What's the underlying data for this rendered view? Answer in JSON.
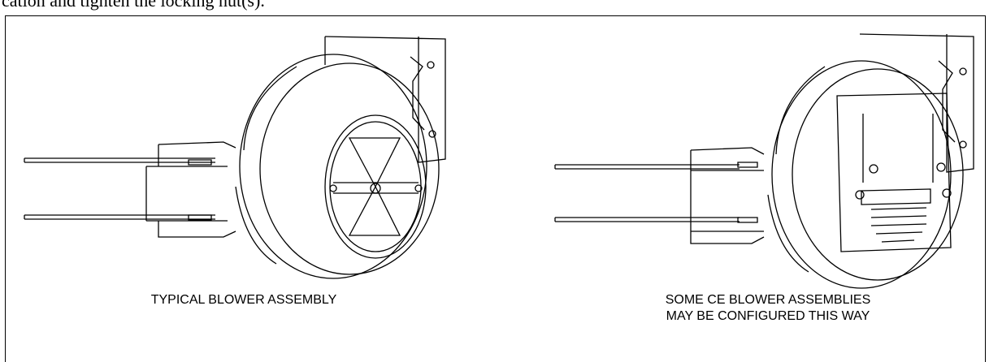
{
  "intro_text": "cation and tighten the locking nut(s).",
  "figures": [
    {
      "caption_lines": [
        "TYPICAL BLOWER ASSEMBLY"
      ]
    },
    {
      "caption_lines": [
        "SOME CE BLOWER ASSEMBLIES",
        "MAY BE CONFIGURED THIS WAY"
      ]
    }
  ]
}
